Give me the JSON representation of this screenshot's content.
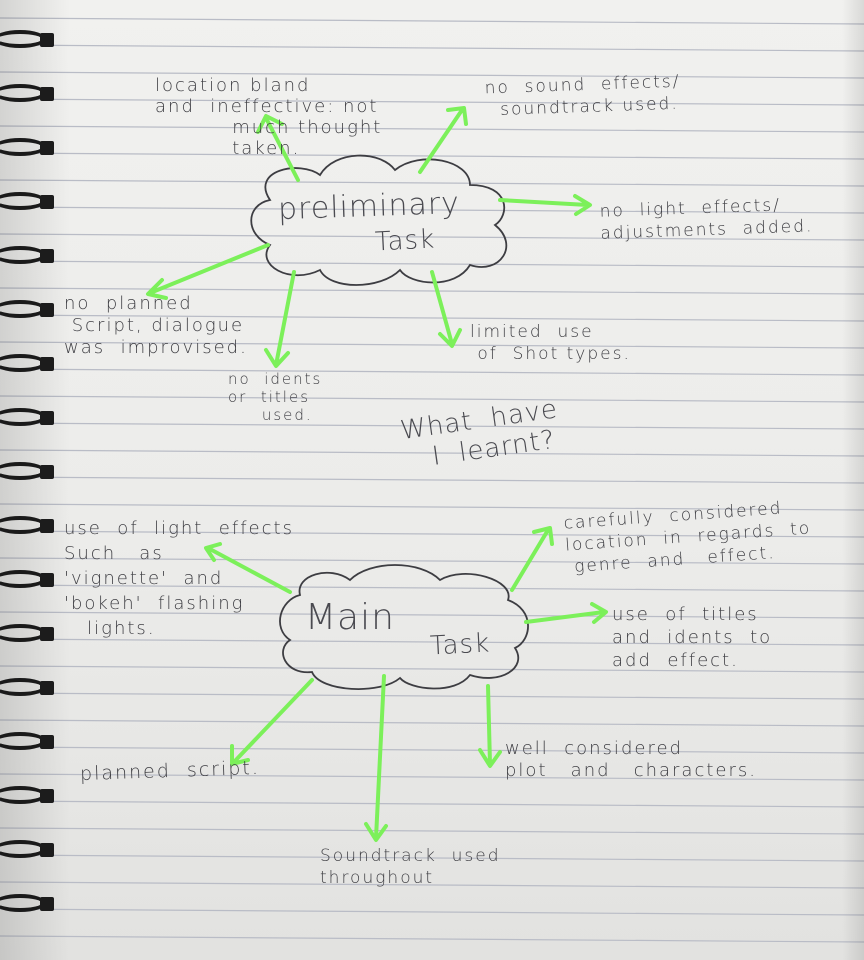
{
  "preliminary_task": {
    "title": "preliminary",
    "subtitle": "Task",
    "notes": {
      "location": "location bland\nand  ineffective: not\n          much thought\n          taken.",
      "sound": "no  sound  effects/\n  soundtrack used.",
      "light": "no  light  effects/\nadjustments  added.",
      "script": "no  planned\n Script, dialogue\nwas  improvised.",
      "shots": "limited  use\n of  Shot types.",
      "idents": "no  idents\nor  titles\n     used."
    }
  },
  "question": "What  have\n   I  learnt?",
  "main_task": {
    "title": "Main",
    "subtitle": "Task",
    "notes": {
      "light": "use  of  light  effects\nSuch   as\n'vignette'  and\n'bokeh'  flashing\n   lights.",
      "location": "carefully  considered\nlocation  in  regards  to\n genre  and   effect.",
      "titles": "use  of  titles\nand  idents  to\nadd  effect.",
      "script": "planned  script.",
      "plot": "well  considered\nplot   and   characters.",
      "soundtrack": "Soundtrack  used\nthroughout"
    }
  },
  "colors": {
    "paper": "#efefed",
    "ink": "#3e3e43",
    "highlighter": "#7cf05a",
    "rule_line": "#b9bcc6",
    "binding": "#1a1a1a"
  }
}
